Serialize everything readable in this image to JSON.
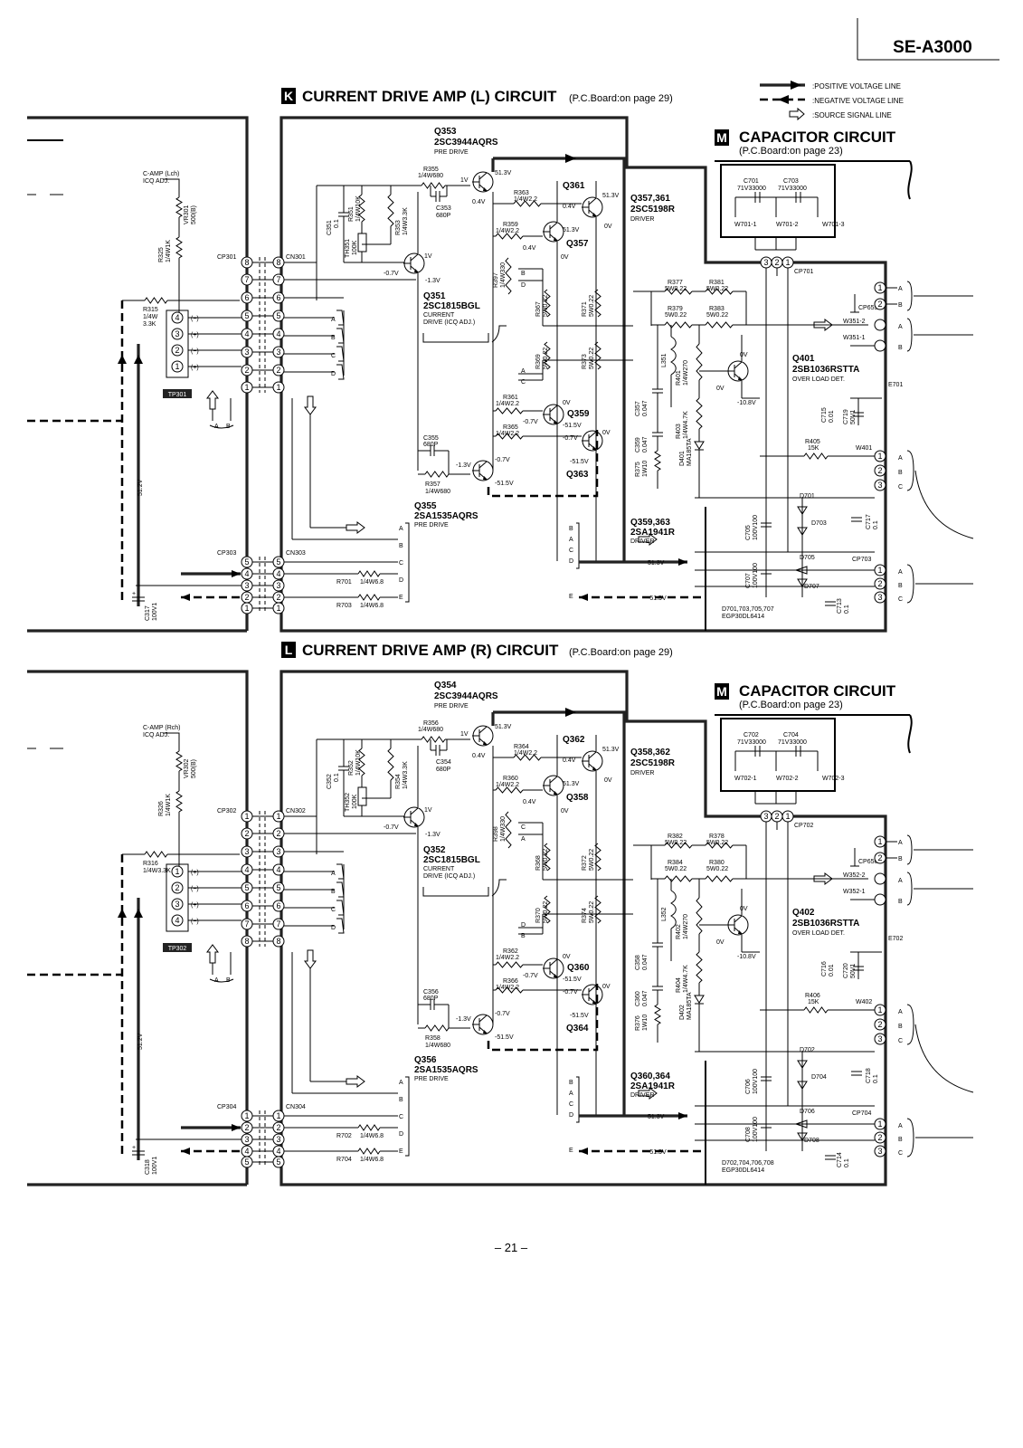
{
  "header": {
    "model": "SE-A3000"
  },
  "legend": [
    {
      "label": ":POSITIVE VOLTAGE LINE"
    },
    {
      "label": ":NEGATIVE VOLTAGE LINE"
    },
    {
      "label": ":SOURCE SIGNAL LINE"
    }
  ],
  "footer": {
    "page": "– 21 –"
  },
  "sections": [
    {
      "id": "K",
      "title": "CURRENT DRIVE AMP (L) CIRCUIT",
      "pcb": "(P.C.Board:on page 29)",
      "cap_badge": "M",
      "cap_title": "CAPACITOR CIRCUIT",
      "cap_pcb": "(P.C.Board:on page 23)",
      "pre_q": "Q353",
      "pre_part": "2SC3944AQRS",
      "pre_role": "PRE DRIVE",
      "q_a": "Q361",
      "q_b": "Q357",
      "drv_q": "Q357,361",
      "drv_part": "2SC5198R",
      "drv_role": "DRIVER",
      "cur_q": "Q351",
      "cur_part": "2SC1815BGL",
      "cur_role1": "CURRENT",
      "cur_role2": "DRIVE (ICQ ADJ.)",
      "neg_q": "Q355",
      "neg_part": "2SA1535AQRS",
      "neg_role": "PRE DRIVE",
      "ndrv_q": "Q359,363",
      "ndrv_part": "2SA1941R",
      "ndrv_role": "DRIVER",
      "q_c": "Q359",
      "q_d": "Q363",
      "ol_q": "Q401",
      "ol_part": "2SB1036RSTTA",
      "ol_role": "OVER LOAD DET.",
      "camp": "C-AMP (Lch)",
      "icq": "ICQ ADJ.",
      "vr": "VR301",
      "vr_val": "500(B)",
      "r_bias": "R325",
      "r_bias_val": "1/4W1K",
      "r_in": "R315",
      "r_in_val": "1/4W",
      "r_in_val2": "3.3K",
      "tp": "TP301",
      "cp_top": "CP301",
      "cn_top": "CN301",
      "cp_bot": "CP303",
      "cn_bot": "CN303",
      "r355": "R355",
      "r355v": "1/4W680",
      "r363": "R363",
      "r363v": "1/4W2.2",
      "r359": "R359",
      "r359v": "1/4W2.2",
      "r351": "R351",
      "r351v": "1/4W10K",
      "r353": "R353",
      "r353v": "1/4W3.3K",
      "c351": "C351",
      "c351v": "0.1",
      "th": "TH351",
      "thv": "100K",
      "c353": "C353",
      "c353v": "680P",
      "r397": "R397",
      "r397v": "1/4W330",
      "r367": "R367",
      "r367v": "5W0.22",
      "r371": "R371",
      "r371v": "5W0.22",
      "r369": "R369",
      "r369v": "5W0.22",
      "r373": "R373",
      "r373v": "5W0.22",
      "r361": "R361",
      "r361v": "1/4W2.2",
      "r365": "R365",
      "r365v": "1/4W2.2",
      "c355": "C355",
      "c355v": "680P",
      "r357": "R357",
      "r357v": "1/4W680",
      "r377": "R377",
      "r377v": "5W0.22",
      "r381": "R381",
      "r381v": "5W0.22",
      "r379": "R379",
      "r379v": "5W0.22",
      "r383": "R383",
      "r383v": "5W0.22",
      "l": "L351",
      "r401": "R401",
      "r401v": "1/4W270",
      "r403": "R403",
      "r403v": "1/4W4.7K",
      "d401": "D401",
      "d401v": "MA185TA",
      "c357": "C357",
      "c357v": "0.047",
      "c359": "C359",
      "c359v": "0.047",
      "r375": "R375",
      "r375v": "1W10",
      "r405": "R405",
      "r405v": "15K",
      "c715": "C715",
      "c715v": "0.01",
      "c719": "C719",
      "c719v": "50V1",
      "e": "E701",
      "w_out": "W401",
      "w1": "W351-2",
      "w2": "W351-1",
      "cp_sp": "CP655",
      "c_a": "C701",
      "c_b": "C703",
      "c_val": "71V33000",
      "wa": "W701-1",
      "wb": "W701-2",
      "wc": "W701-3",
      "cp_cap": "CP701",
      "d_a": "D701",
      "d_b": "D703",
      "d_c": "D705",
      "d_d": "D707",
      "c705": "C705",
      "c705v": "100V100",
      "c707": "C707",
      "c707v": "100V100",
      "c717": "C717",
      "c717v": "0.1",
      "c713": "C713",
      "c713v": "0.1",
      "cp_cap2": "CP703",
      "diodes": "D701,703,705,707",
      "diode_part": "EGP30DL6414",
      "r701": "R701",
      "r701v": "1/4W6.8",
      "r703": "R703",
      "r703v": "1/4W6.8",
      "c317": "C317",
      "c317v": "100V1",
      "rail": "51.2V",
      "v_pos": "51.3V",
      "v_neg": "-51.5V",
      "v1": "1V",
      "v04": "0.4V",
      "v0": "0V",
      "vm07": "-0.7V",
      "vm13": "-1.3V",
      "vm108": "-10.8V",
      "tp_pins": [
        "(−)",
        "(+)",
        "(−)",
        "(+)"
      ]
    },
    {
      "id": "L",
      "title": "CURRENT DRIVE AMP (R) CIRCUIT",
      "pcb": "(P.C.Board:on page 29)",
      "cap_badge": "M",
      "cap_title": "CAPACITOR CIRCUIT",
      "cap_pcb": "(P.C.Board:on page 23)",
      "pre_q": "Q354",
      "pre_part": "2SC3944AQRS",
      "pre_role": "PRE DRIVE",
      "q_a": "Q362",
      "q_b": "Q358",
      "drv_q": "Q358,362",
      "drv_part": "2SC5198R",
      "drv_role": "DRIVER",
      "cur_q": "Q352",
      "cur_part": "2SC1815BGL",
      "cur_role1": "CURRENT",
      "cur_role2": "DRIVE (ICQ ADJ.)",
      "neg_q": "Q356",
      "neg_part": "2SA1535AQRS",
      "neg_role": "PRE DRIVE",
      "ndrv_q": "Q360,364",
      "ndrv_part": "2SA1941R",
      "ndrv_role": "DRIVER",
      "q_c": "Q360",
      "q_d": "Q364",
      "ol_q": "Q402",
      "ol_part": "2SB1036RSTTA",
      "ol_role": "OVER LOAD DET.",
      "camp": "C-AMP (Rch)",
      "icq": "ICQ ADJ.",
      "vr": "VR302",
      "vr_val": "500(B)",
      "r_bias": "R326",
      "r_bias_val": "1/4W1K",
      "r_in": "R316",
      "r_in_val": "1/4W3.3K",
      "r_in_val2": "",
      "tp": "TP302",
      "cp_top": "CP302",
      "cn_top": "CN302",
      "cp_bot": "CP304",
      "cn_bot": "CN304",
      "r355": "R356",
      "r355v": "1/4W680",
      "r363": "R364",
      "r363v": "1/4W2.2",
      "r359": "R360",
      "r359v": "1/4W2.2",
      "r351": "R352",
      "r351v": "1/4W10K",
      "r353": "R354",
      "r353v": "1/4W3.3K",
      "c351": "C352",
      "c351v": "0.1",
      "th": "TH352",
      "thv": "100K",
      "c353": "C354",
      "c353v": "680P",
      "r397": "R398",
      "r397v": "1/4W330",
      "r367": "R368",
      "r367v": "5W0.22",
      "r371": "R372",
      "r371v": "5W0.22",
      "r369": "R370",
      "r369v": "5W0.22",
      "r373": "R374",
      "r373v": "5W0.22",
      "r361": "R362",
      "r361v": "1/4W2.2",
      "r365": "R366",
      "r365v": "1/4W2.2",
      "c355": "C356",
      "c355v": "680P",
      "r357": "R358",
      "r357v": "1/4W680",
      "r377": "R382",
      "r377v": "5W0.22",
      "r381": "R378",
      "r381v": "5W0.22",
      "r379": "R384",
      "r379v": "5W0.22",
      "r383": "R380",
      "r383v": "5W0.22",
      "l": "L352",
      "r401": "R402",
      "r401v": "1/4W270",
      "r403": "R404",
      "r403v": "1/4W4.7K",
      "d401": "D402",
      "d401v": "MA185TA",
      "c357": "C358",
      "c357v": "0.047",
      "c359": "C360",
      "c359v": "0.047",
      "r375": "R376",
      "r375v": "1W10",
      "r405": "R406",
      "r405v": "15K",
      "c715": "C716",
      "c715v": "0.01",
      "c719": "C720",
      "c719v": "50V1",
      "e": "E702",
      "w_out": "W402",
      "w1": "W352-2",
      "w2": "W352-1",
      "cp_sp": "CP656",
      "c_a": "C702",
      "c_b": "C704",
      "c_val": "71V33000",
      "wa": "W702-1",
      "wb": "W702-2",
      "wc": "W702-3",
      "cp_cap": "CP702",
      "d_a": "D702",
      "d_b": "D704",
      "d_c": "D706",
      "d_d": "D708",
      "c705": "C706",
      "c705v": "100V100",
      "c707": "C708",
      "c707v": "100V100",
      "c717": "C718",
      "c717v": "0.1",
      "c713": "C714",
      "c713v": "0.1",
      "cp_cap2": "CP704",
      "diodes": "D702,704,706,708",
      "diode_part": "EGP30DL6414",
      "r701": "R702",
      "r701v": "1/4W6.8",
      "r703": "R704",
      "r703v": "1/4W6.8",
      "c317": "C318",
      "c317v": "100V1",
      "rail": "51.2V",
      "v_pos": "51.3V",
      "v_neg": "-51.5V",
      "v1": "1V",
      "v04": "0.4V",
      "v0": "0V",
      "vm07": "-0.7V",
      "vm13": "-1.3V",
      "vm108": "-10.8V",
      "tp_pins": [
        "(+)",
        "(−)",
        "(+)",
        "(−)"
      ]
    }
  ]
}
